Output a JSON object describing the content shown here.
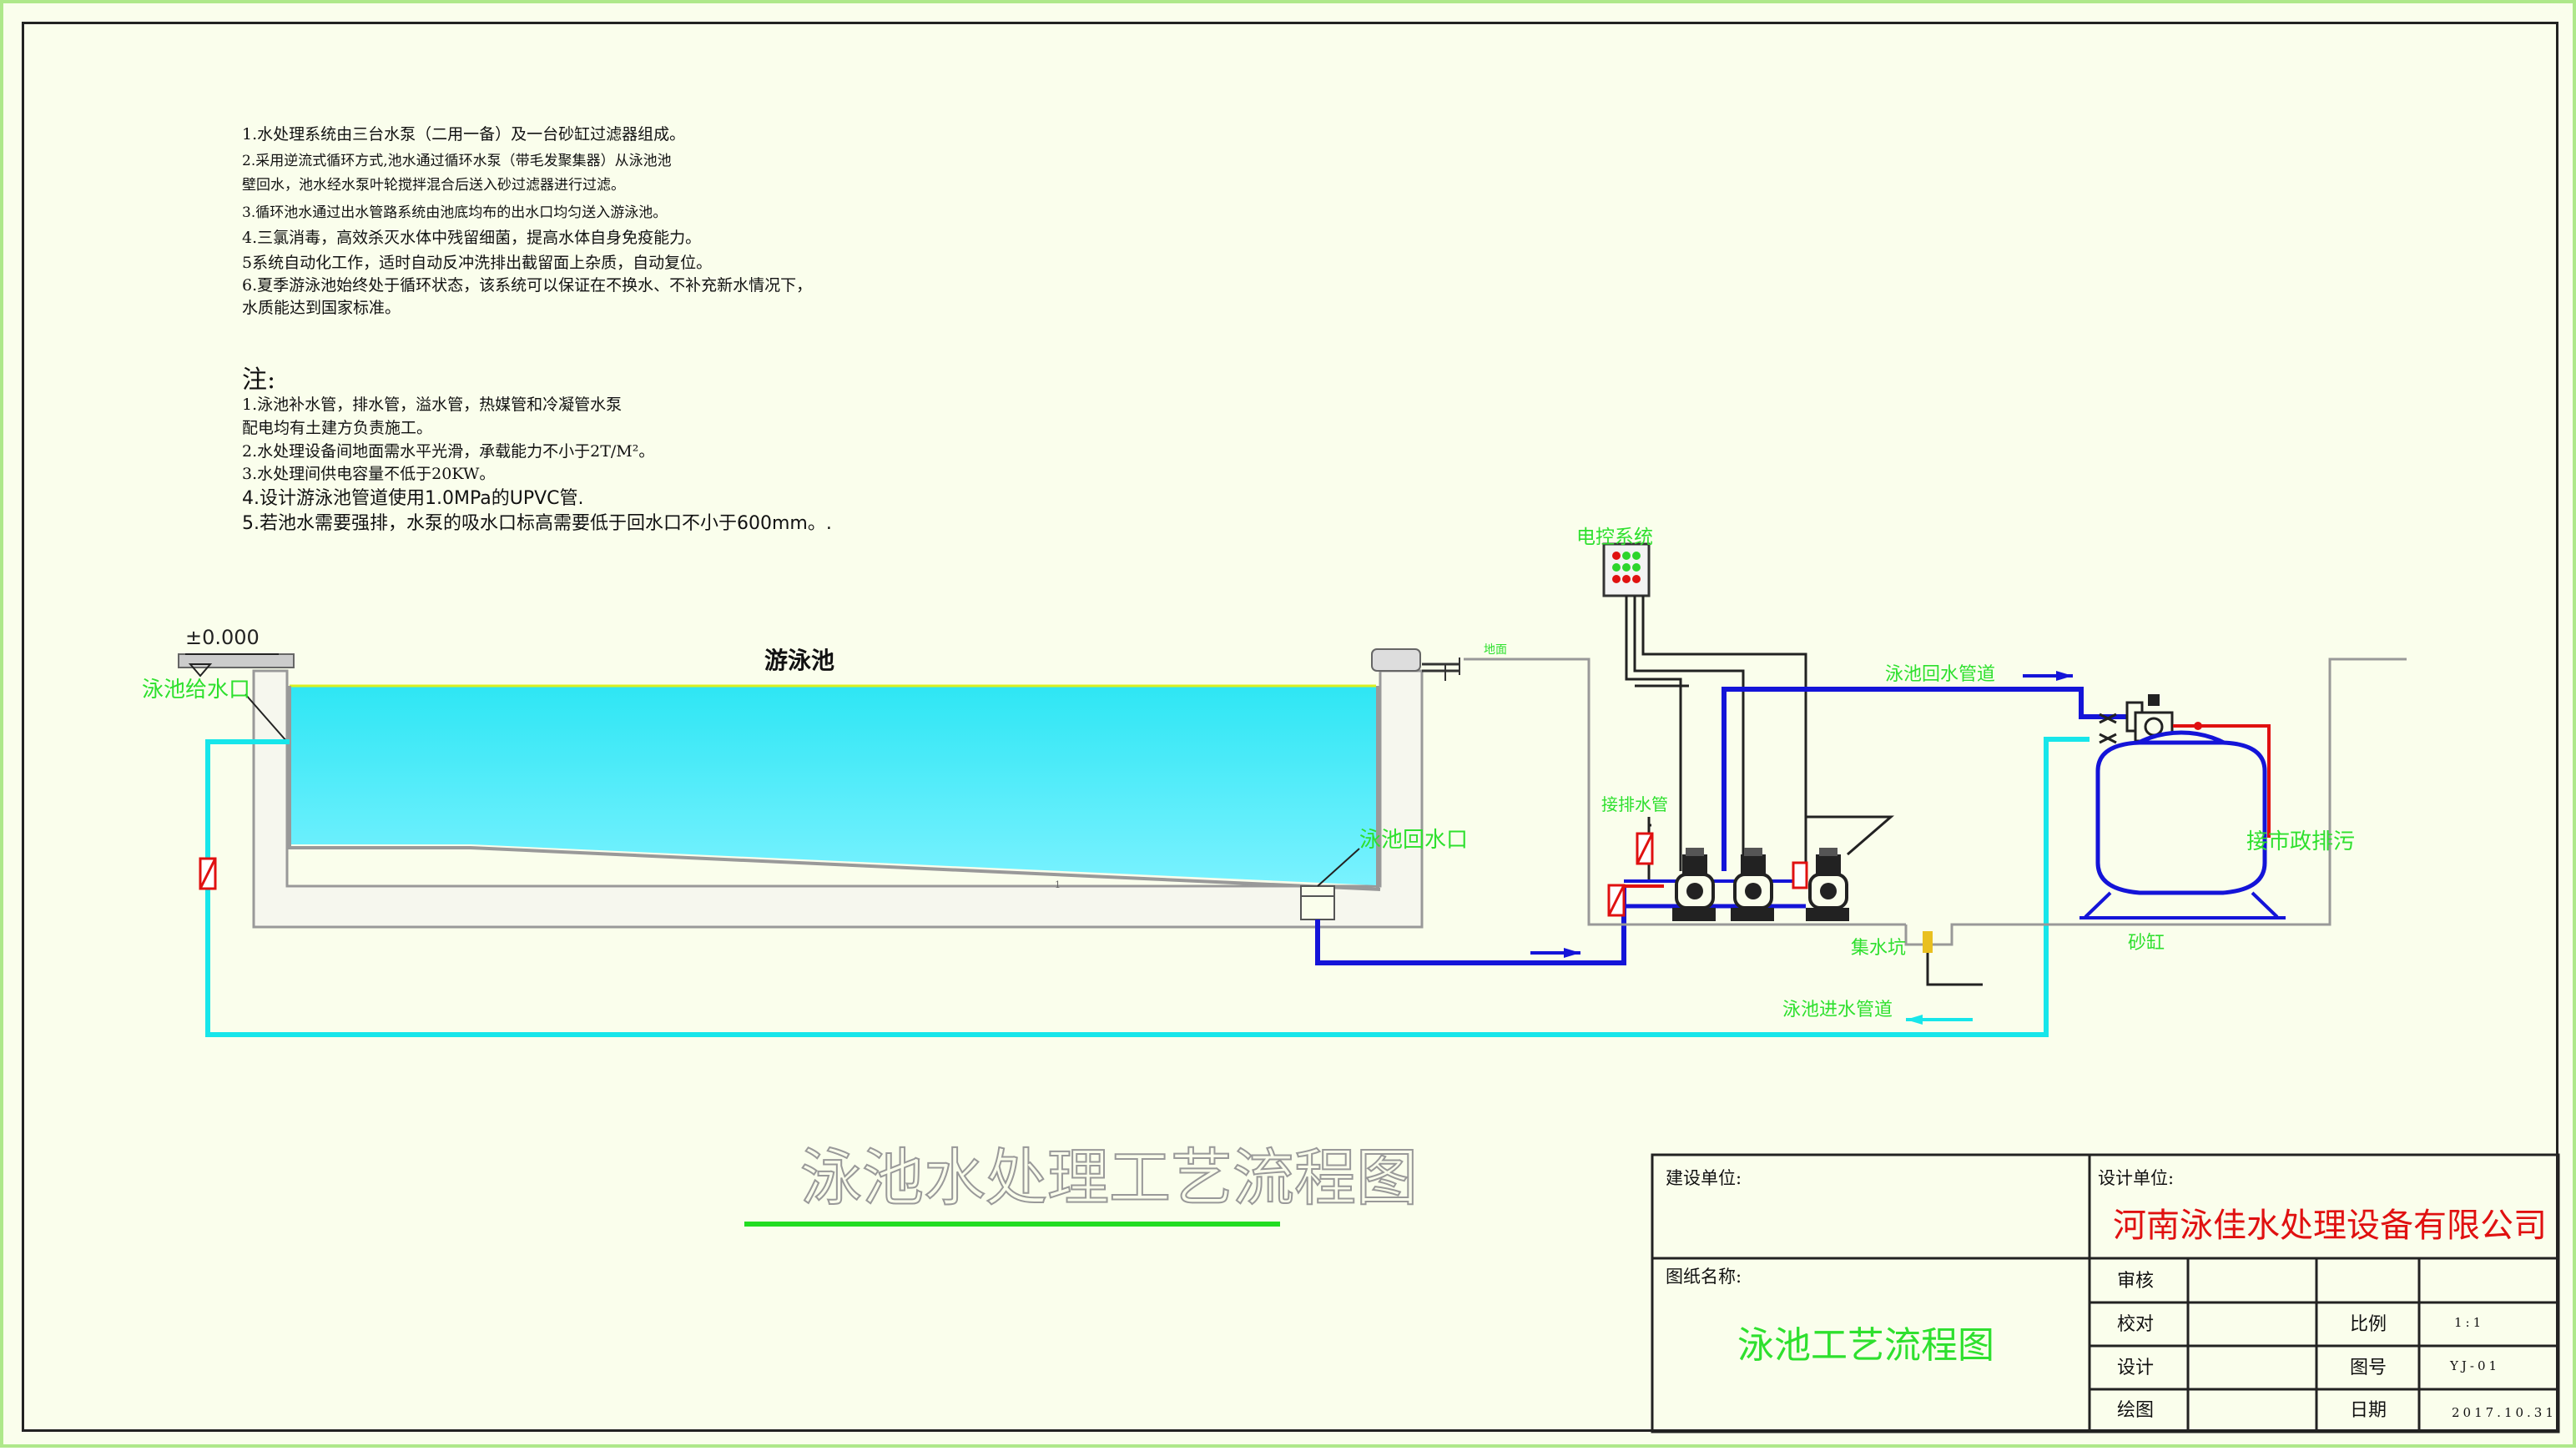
{
  "notes": {
    "description_lines": [
      "1.水处理系统由三台水泵（二用一备）及一台砂缸过滤器组成。",
      "2.采用逆流式循环方式,池水通过循环水泵（带毛发聚集器）从泳池池",
      "   壁回水，池水经水泵叶轮搅拌混合后送入砂过滤器进行过滤。",
      "3.循环池水通过出水管路系统由池底均布的出水口均匀送入游泳池。",
      "4.三氯消毒，高效杀灭水体中残留细菌，提高水体自身免疫能力。",
      "5系统自动化工作，适时自动反冲洗排出截留面上杂质，自动复位。",
      "6.夏季游泳池始终处于循环状态，该系统可以保证在不换水、不补充新水情况下，",
      "   水质能达到国家标准。"
    ],
    "remark_heading": "注:",
    "remark_lines": [
      "1.泳池补水管，排水管，溢水管，热媒管和冷凝管水泵",
      "配电均有土建方负责施工。",
      "2.水处理设备间地面需水平光滑，承载能力不小于2T/M²。",
      "3.水处理间供电容量不低于20KW。"
    ],
    "remark_lines_bold": [
      "4.设计游泳池管道使用1.0MPa的UPVC管.",
      "5.若池水需要强排，水泵的吸水口标高需要低于回水口不小于600mm。."
    ]
  },
  "diagram": {
    "elevation_label": "±0.000",
    "pool_label": "游泳池",
    "inlet_label": "泳池给水口",
    "return_outlet_label": "泳池回水口",
    "ground_label": "地面",
    "control_label": "电控系统",
    "drain_pipe_label": "接排水管",
    "return_pipe_label": "泳池回水管道",
    "sewer_label": "接市政排污",
    "sump_label": "集水坑",
    "sand_filter_label": "砂缸",
    "supply_pipe_label": "泳池进水管道",
    "tick_mark": "1"
  },
  "drawing_title": "泳池水处理工艺流程图",
  "title_block": {
    "client_label": "建设单位:",
    "designer_label": "设计单位:",
    "company": "河南泳佳水处理设备有限公司",
    "drawing_name_label": "图纸名称:",
    "drawing_name": "泳池工艺流程图",
    "review_label": "审核",
    "check_label": "校对",
    "design_label": "设计",
    "draw_label": "绘图",
    "scale_label": "比例",
    "scale_value": "1:1",
    "number_label": "图号",
    "number_value": "YJ-01",
    "date_label": "日期",
    "date_value": "2017.10.31"
  },
  "colors": {
    "water": "#2ee6f4",
    "supply_pipe": "#17e6ea",
    "return_pipe": "#1414d8",
    "sewer_pipe": "#e01010",
    "label_green": "#2ee02e",
    "title_underline": "#22dd22",
    "company_red": "#e01010"
  }
}
